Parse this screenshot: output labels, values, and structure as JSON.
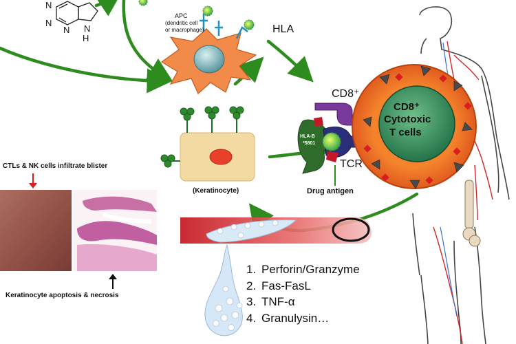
{
  "labels": {
    "apc": "APC",
    "apc_sub1": "(dendritic cell",
    "apc_sub2": "or macrophage)",
    "hla": "HLA",
    "cd8": "CD8⁺",
    "hla_b_1": "HLA-B",
    "hla_b_2": "*5801",
    "tcr": "TCR",
    "drug_antigen": "Drug antigen",
    "ctl_1": "CD8⁺",
    "ctl_2": "Cytotoxic",
    "ctl_3": "T cells",
    "keratinocyte": "(Keratinocyte)",
    "ctl_nk": "CTLs & NK cells infiltrate blister",
    "apoptosis": "Keratinocyte apoptosis & necrosis",
    "drug_n": "N",
    "drug_h": "H"
  },
  "mechanisms": [
    {
      "num": "1.",
      "text": "Perforin/Granzyme"
    },
    {
      "num": "2.",
      "text": "Fas-FasL"
    },
    {
      "num": "3.",
      "text": "TNF-α"
    },
    {
      "num": "4.",
      "text": "Granulysin…"
    }
  ],
  "colors": {
    "arrow_green": "#2e8b1e",
    "apc_orange": "#f28a4a",
    "ctl_orange": "#ef6a1f",
    "ctl_inner": "#2f8f5a",
    "keratinocyte": "#f3d9a2",
    "cd8_purple": "#7a3a9c",
    "hla_green": "#2f6b2a",
    "tcr_navy": "#2b2f7a"
  }
}
